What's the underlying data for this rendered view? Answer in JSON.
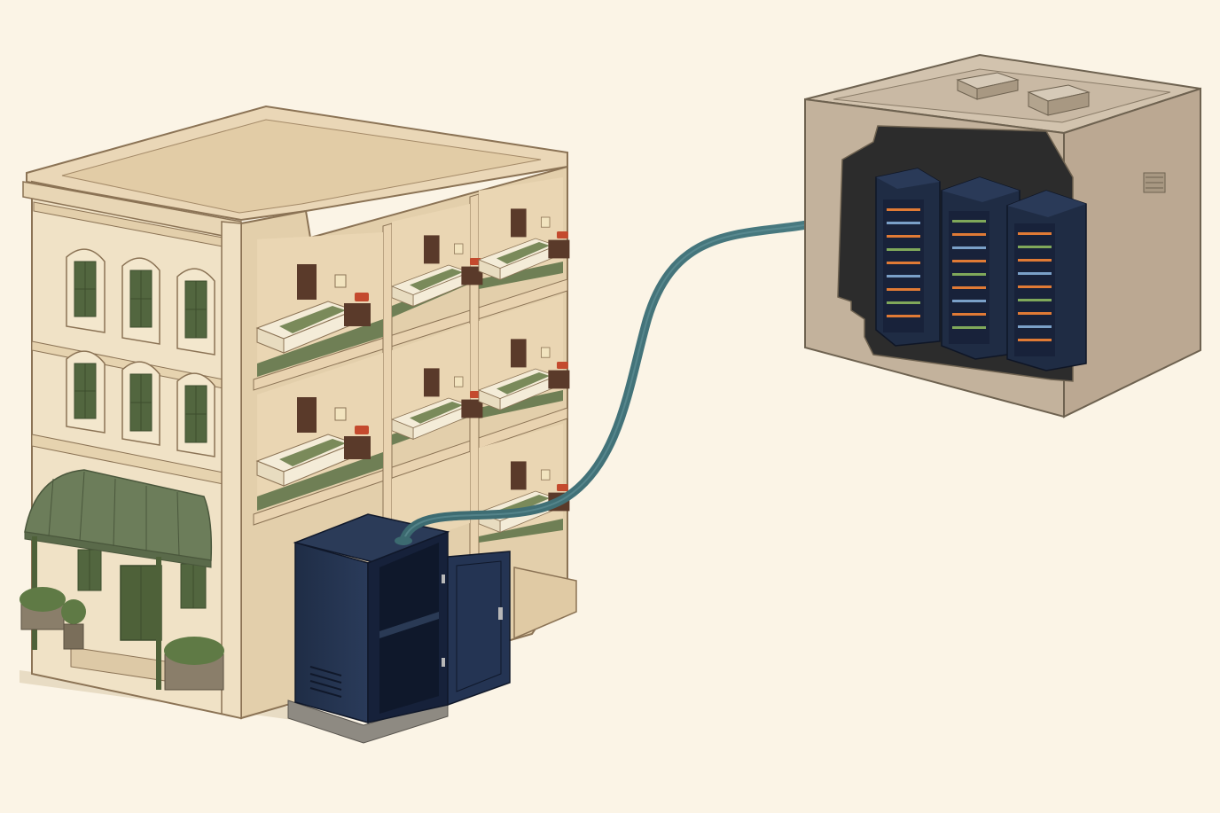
{
  "palette": {
    "background": "#fbf4e6",
    "building_front": "#f0e2c6",
    "building_side": "#e3cfab",
    "building_roof": "#e8d5b4",
    "building_outline": "#8b7355",
    "room_wall": "#e9d3b0",
    "room_floor": "#6f7f55",
    "bed_sheet": "#f4ecd8",
    "bed_blanket": "#7a8a5a",
    "furniture_wood": "#5a3a2a",
    "phone_red": "#c44a2e",
    "lamp_shade": "#f2e4bf",
    "awning_green": "#6c7d5a",
    "window_green": "#52663f",
    "cabinet_navy": "#22324a",
    "cabinet_navy_dark": "#16213a",
    "cable_teal": "#3f6e74",
    "datacenter_wall": "#c9b9a4",
    "datacenter_roof": "#d2c3ae",
    "datacenter_inner": "#2a2a2a",
    "server_rack": "#1f2c44",
    "led_orange": "#e07a35",
    "led_green": "#7fa85a",
    "led_blue": "#7aa0c8"
  },
  "scene": {
    "hotel_building": {
      "front_floors": 3,
      "front_windows_per_floor": 3,
      "cutaway_room_rows": 3,
      "cutaway_room_cols": 3
    },
    "network_cabinet": {
      "door": "open",
      "shelves": 1
    },
    "cable": {
      "from": "network-cabinet",
      "to": "server-rack"
    },
    "datacenter": {
      "server_racks": 3,
      "rooftop_units": 2
    }
  }
}
